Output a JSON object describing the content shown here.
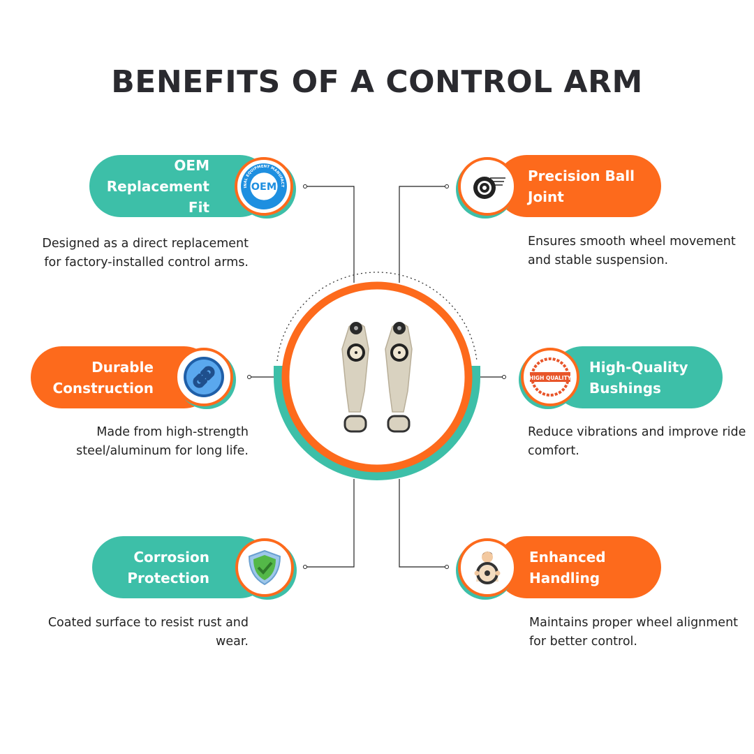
{
  "title": "BENEFITS OF A CONTROL ARM",
  "colors": {
    "teal": "#3dbfa8",
    "orange": "#fd6a1c",
    "title": "#2a2a2f"
  },
  "benefits": [
    {
      "title_line1": "OEM",
      "title_line2": "Replacement Fit",
      "icon": "oem-badge-icon",
      "badge_text": "OEM",
      "badge_ring_text": "ORIGINAL EQUIPMENT MANUFACTURER",
      "desc": "Designed as a direct replacement for factory-installed control arms."
    },
    {
      "title_line1": "Precision Ball",
      "title_line2": "Joint",
      "icon": "spinning-wheel-icon",
      "desc": "Ensures smooth wheel movement and stable suspension."
    },
    {
      "title_line1": "Durable",
      "title_line2": "Construction",
      "icon": "chain-link-icon",
      "desc": "Made from high-strength steel/aluminum for long life."
    },
    {
      "title_line1": "High-Quality",
      "title_line2": "Bushings",
      "icon": "high-quality-stamp-icon",
      "badge_text": "HIGH QUALITY",
      "desc": "Reduce vibrations and improve ride comfort."
    },
    {
      "title_line1": "Corrosion",
      "title_line2": "Protection",
      "icon": "shield-check-icon",
      "desc": "Coated surface to resist rust and wear."
    },
    {
      "title_line1": "Enhanced",
      "title_line2": "Handling",
      "icon": "driver-steering-wheel-icon",
      "desc": "Maintains proper wheel alignment for better control."
    }
  ]
}
